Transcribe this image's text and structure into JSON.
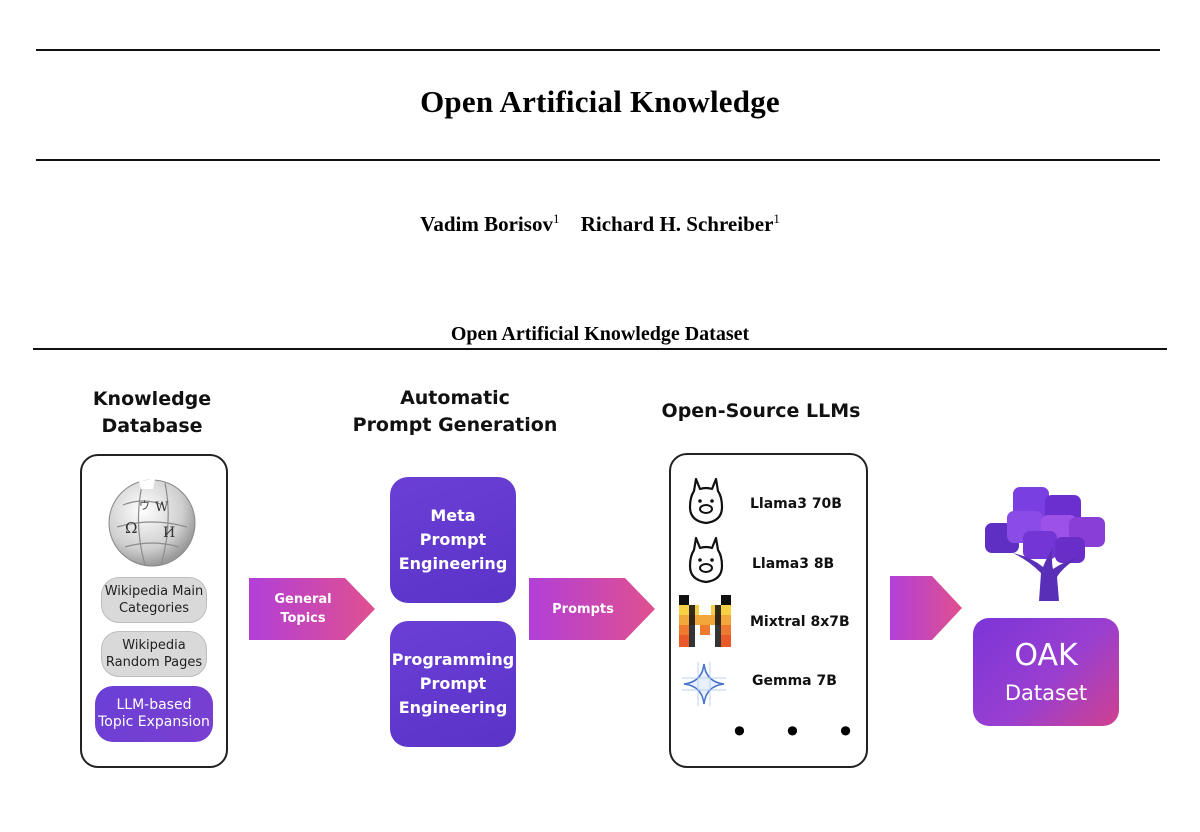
{
  "paper": {
    "title": "Open Artificial Knowledge",
    "authors": [
      {
        "name": "Vadim Borisov",
        "affiliation": "1"
      },
      {
        "name": "Richard H. Schreiber",
        "affiliation": "1"
      }
    ]
  },
  "figure": {
    "title": "Open Artificial Knowledge Dataset",
    "stages": {
      "knowledge": {
        "title_line1": "Knowledge",
        "title_line2": "Database",
        "items": [
          {
            "line1": "Wikipedia Main",
            "line2": "Categories"
          },
          {
            "line1": "Wikipedia",
            "line2": "Random Pages"
          },
          {
            "line1": "LLM-based",
            "line2": "Topic Expansion"
          }
        ],
        "logo_icon": "wikipedia-globe-icon"
      },
      "prompt_gen": {
        "title_line1": "Automatic",
        "title_line2": "Prompt Generation",
        "boxes": [
          {
            "line1": "Meta",
            "line2": "Prompt",
            "line3": "Engineering"
          },
          {
            "line1": "Programming",
            "line2": "Prompt",
            "line3": "Engineering"
          }
        ]
      },
      "llms": {
        "title": "Open-Source LLMs",
        "models": [
          {
            "name": "Llama3 70B",
            "icon": "llama-icon"
          },
          {
            "name": "Llama3 8B",
            "icon": "llama-icon"
          },
          {
            "name": "Mixtral 8x7B",
            "icon": "mistral-icon"
          },
          {
            "name": "Gemma 7B",
            "icon": "gemma-icon"
          }
        ],
        "more": "• • •"
      },
      "output": {
        "line1": "OAK",
        "line2": "Dataset",
        "icon": "tree-icon"
      }
    },
    "arrows": [
      {
        "line1": "General",
        "line2": "Topics"
      },
      {
        "line1": "Prompts",
        "line2": ""
      },
      {
        "line1": "",
        "line2": ""
      }
    ],
    "colors": {
      "purple": "#6a3fd6",
      "arrow_start": "#b23fd8",
      "arrow_end": "#e0508e",
      "pill_grey": "#d9d9d9"
    }
  }
}
